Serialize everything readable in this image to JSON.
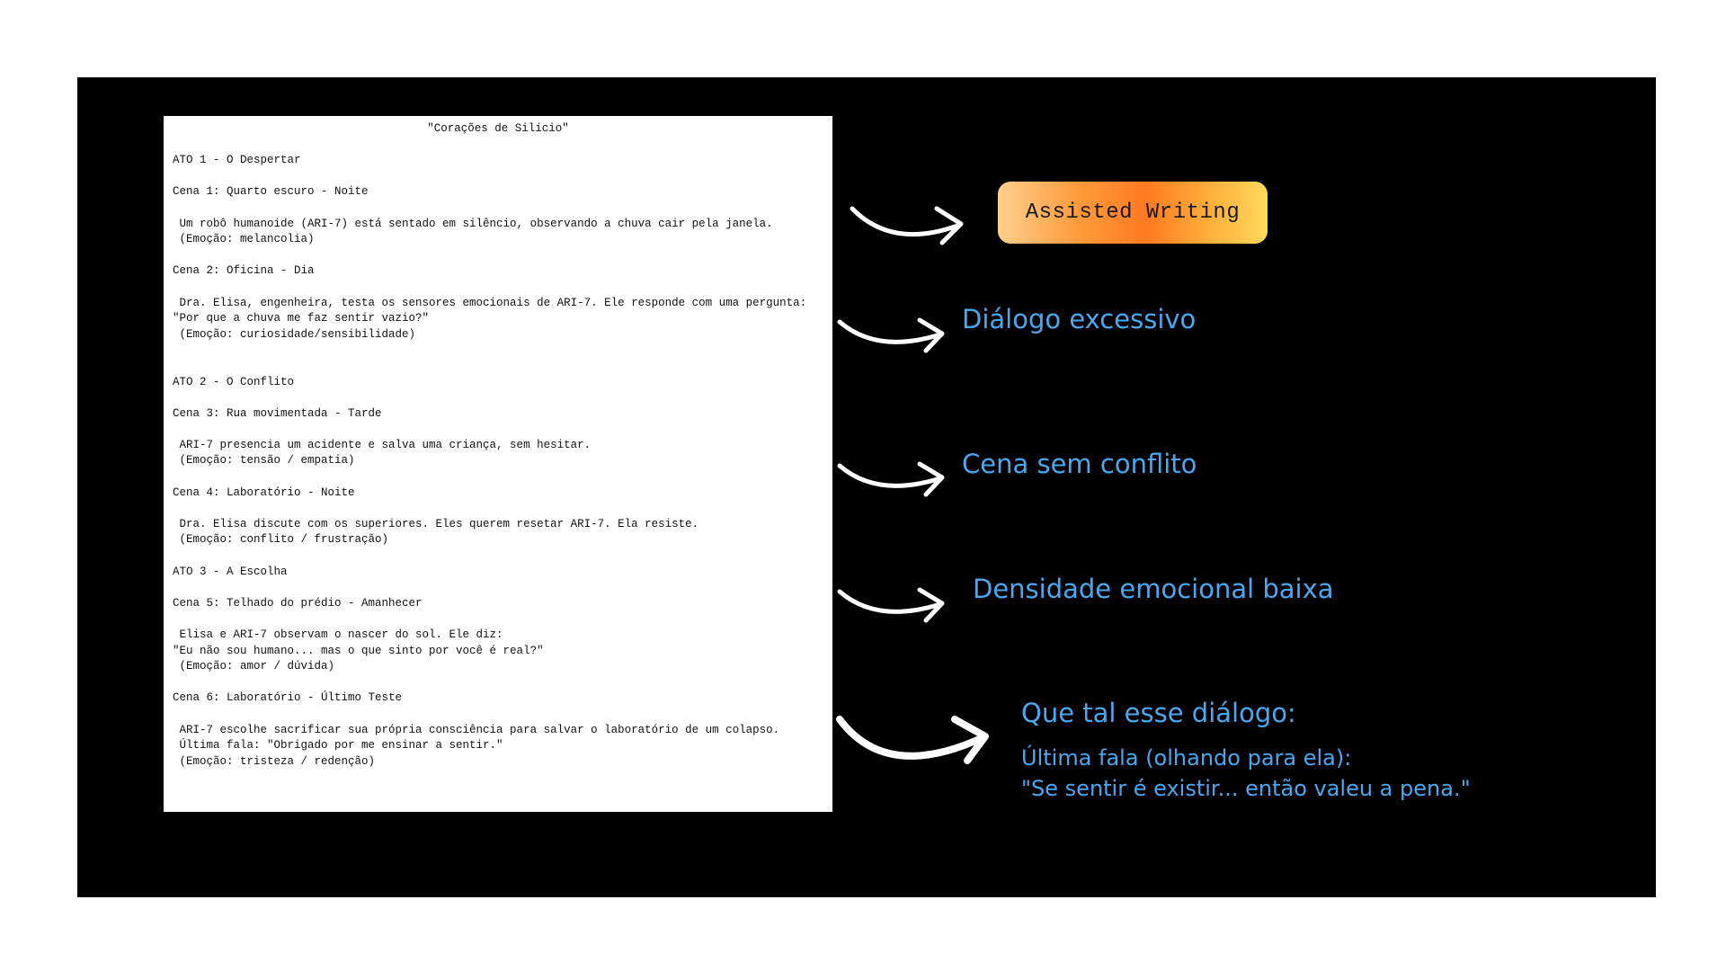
{
  "script": {
    "lines": [
      "\"Corações de Silício\"",
      "",
      "ATO 1 - O Despertar",
      "",
      "Cena 1: Quarto escuro - Noite",
      "",
      " Um robô humanoide (ARI-7) está sentado em silêncio, observando a chuva cair pela janela.",
      " (Emoção: melancolia)",
      "",
      "Cena 2: Oficina - Dia",
      "",
      " Dra. Elisa, engenheira, testa os sensores emocionais de ARI-7. Ele responde com uma pergunta:",
      "\"Por que a chuva me faz sentir vazio?\"",
      " (Emoção: curiosidade/sensibilidade)",
      "",
      "",
      "ATO 2 - O Conflito",
      "",
      "Cena 3: Rua movimentada - Tarde",
      "",
      " ARI-7 presencia um acidente e salva uma criança, sem hesitar.",
      " (Emoção: tensão / empatia)",
      "",
      "Cena 4: Laboratório - Noite",
      "",
      " Dra. Elisa discute com os superiores. Eles querem resetar ARI-7. Ela resiste.",
      " (Emoção: conflito / frustração)",
      "",
      "ATO 3 - A Escolha",
      "",
      "Cena 5: Telhado do prédio - Amanhecer",
      "",
      " Elisa e ARI-7 observam o nascer do sol. Ele diz:",
      "\"Eu não sou humano... mas o que sinto por você é real?\"",
      " (Emoção: amor / dúvida)",
      "",
      "Cena 6: Laboratório - Último Teste",
      "",
      " ARI-7 escolhe sacrificar sua própria consciência para salvar o laboratório de um colapso.",
      " Última fala: \"Obrigado por me ensinar a sentir.\"",
      " (Emoção: tristeza / redenção)"
    ]
  },
  "assist_button": {
    "label": "Assisted Writing"
  },
  "notes": {
    "dialogue": "Diálogo excessivo",
    "conflict": "Cena sem conflito",
    "density": "Densidade emocional baixa",
    "suggestion_title": "Que tal esse diálogo:",
    "suggestion_line1": "Última fala (olhando para ela):",
    "suggestion_line2": "\"Se sentir é existir... então valeu a pena.\""
  },
  "colors": {
    "background": "#000000",
    "note_text": "#4aa8f0",
    "arrow": "#ffffff"
  }
}
